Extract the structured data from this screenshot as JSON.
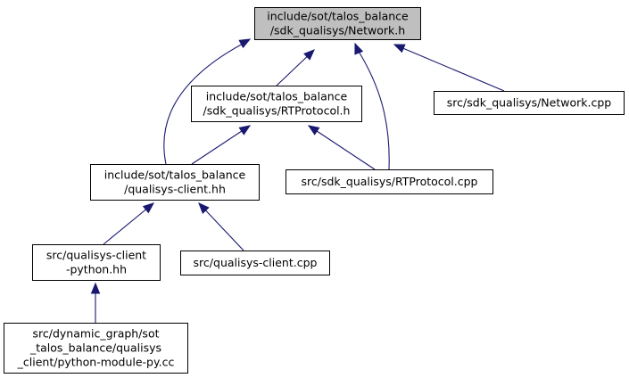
{
  "title": "",
  "colors": {
    "edge": "#191970",
    "root_fill": "#bfbfbf",
    "node_fill": "#ffffff",
    "border": "#000000"
  },
  "nodes": [
    {
      "id": "network_h",
      "lines": [
        "include/sot/talos_balance",
        "/sdk_qualisys/Network.h"
      ],
      "highlighted": true
    },
    {
      "id": "rtprotocol_h",
      "lines": [
        "include/sot/talos_balance",
        "/sdk_qualisys/RTProtocol.h"
      ],
      "highlighted": false
    },
    {
      "id": "network_cpp",
      "lines": [
        "src/sdk_qualisys/Network.cpp"
      ],
      "highlighted": false
    },
    {
      "id": "qualisys_client_hh",
      "lines": [
        "include/sot/talos_balance",
        "/qualisys-client.hh"
      ],
      "highlighted": false
    },
    {
      "id": "rtprotocol_cpp",
      "lines": [
        "src/sdk_qualisys/RTProtocol.cpp"
      ],
      "highlighted": false
    },
    {
      "id": "qualisys_client_python_hh",
      "lines": [
        "src/qualisys-client",
        "-python.hh"
      ],
      "highlighted": false
    },
    {
      "id": "qualisys_client_cpp",
      "lines": [
        "src/qualisys-client.cpp"
      ],
      "highlighted": false
    },
    {
      "id": "python_module_py_cc",
      "lines": [
        "src/dynamic_graph/sot",
        "_talos_balance/qualisys",
        "_client/python-module-py.cc"
      ],
      "highlighted": false
    }
  ],
  "edges": [
    {
      "from": "rtprotocol_h",
      "to": "network_h"
    },
    {
      "from": "network_cpp",
      "to": "network_h"
    },
    {
      "from": "qualisys_client_hh",
      "to": "network_h"
    },
    {
      "from": "rtprotocol_cpp",
      "to": "network_h"
    },
    {
      "from": "qualisys_client_hh",
      "to": "rtprotocol_h"
    },
    {
      "from": "rtprotocol_cpp",
      "to": "rtprotocol_h"
    },
    {
      "from": "qualisys_client_python_hh",
      "to": "qualisys_client_hh"
    },
    {
      "from": "qualisys_client_cpp",
      "to": "qualisys_client_hh"
    },
    {
      "from": "python_module_py_cc",
      "to": "qualisys_client_python_hh"
    }
  ]
}
